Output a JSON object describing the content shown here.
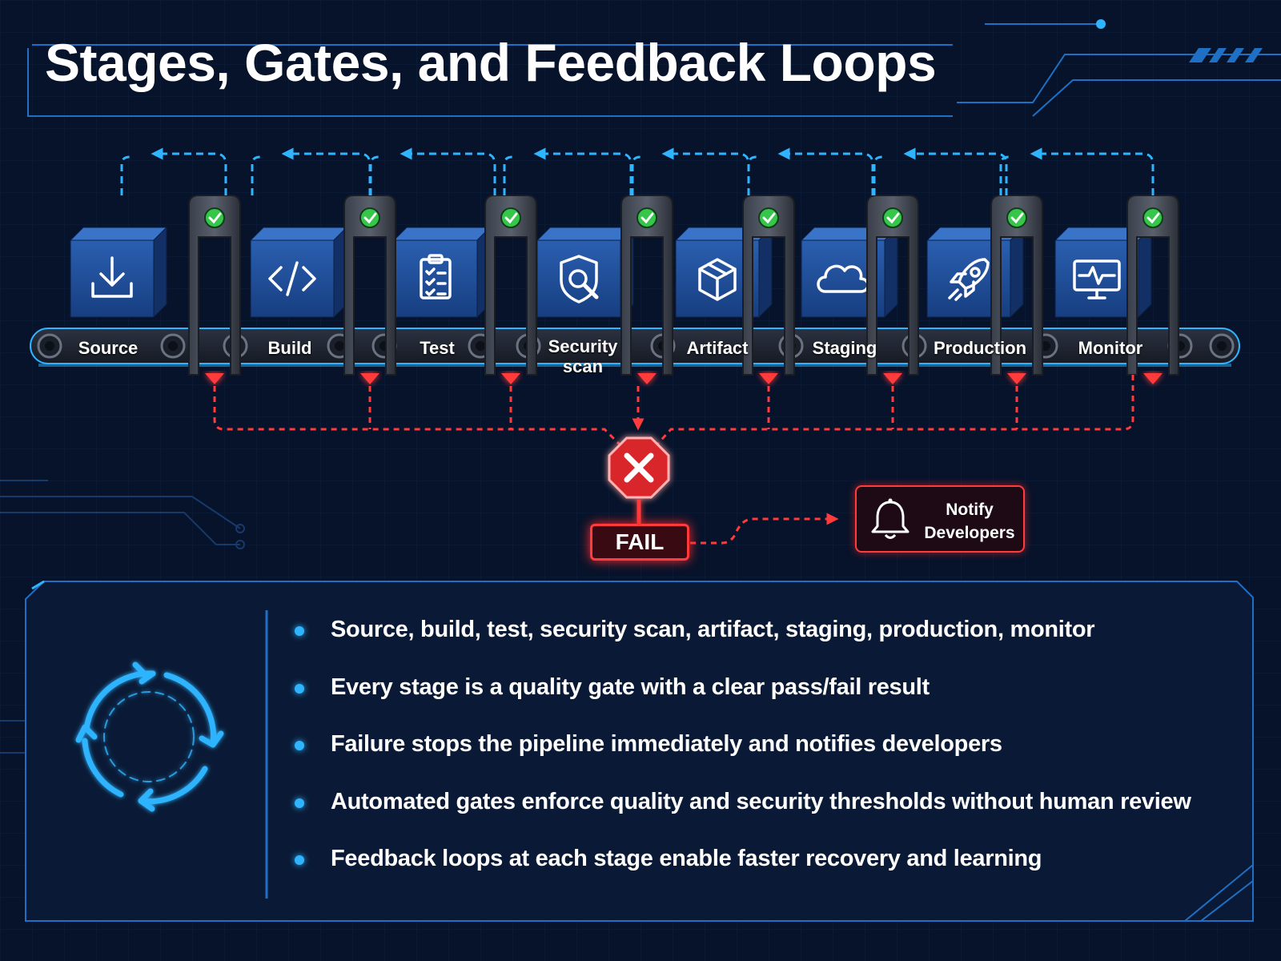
{
  "title": "Stages, Gates, and Feedback Loops",
  "stages": [
    {
      "label": "Source",
      "icon": "download-icon"
    },
    {
      "label": "Build",
      "icon": "code-icon"
    },
    {
      "label": "Test",
      "icon": "clipboard-checklist-icon"
    },
    {
      "label": "Security scan",
      "icon": "shield-search-icon"
    },
    {
      "label": "Artifact",
      "icon": "package-box-icon"
    },
    {
      "label": "Staging",
      "icon": "cloud-icon"
    },
    {
      "label": "Production",
      "icon": "rocket-icon"
    },
    {
      "label": "Monitor",
      "icon": "monitor-pulse-icon"
    }
  ],
  "gate_status": "pass",
  "fail": {
    "label": "FAIL",
    "icon": "stop-x-icon"
  },
  "notify": {
    "label": "Notify Developers",
    "icon": "bell-icon"
  },
  "bullets": [
    "Source, build, test, security scan, artifact, staging, production, monitor",
    "Every stage is a quality gate with a clear pass/fail result",
    "Failure stops the pipeline immediately and notifies developers",
    "Automated gates enforce quality and security thresholds without human review",
    "Feedback loops at each stage enable faster recovery and learning"
  ],
  "colors": {
    "background": "#07132a",
    "accent_blue": "#2fb4ff",
    "pass_green": "#35c64a",
    "fail_red": "#ff3b3b",
    "cube_blue": "#1d4f9c"
  }
}
